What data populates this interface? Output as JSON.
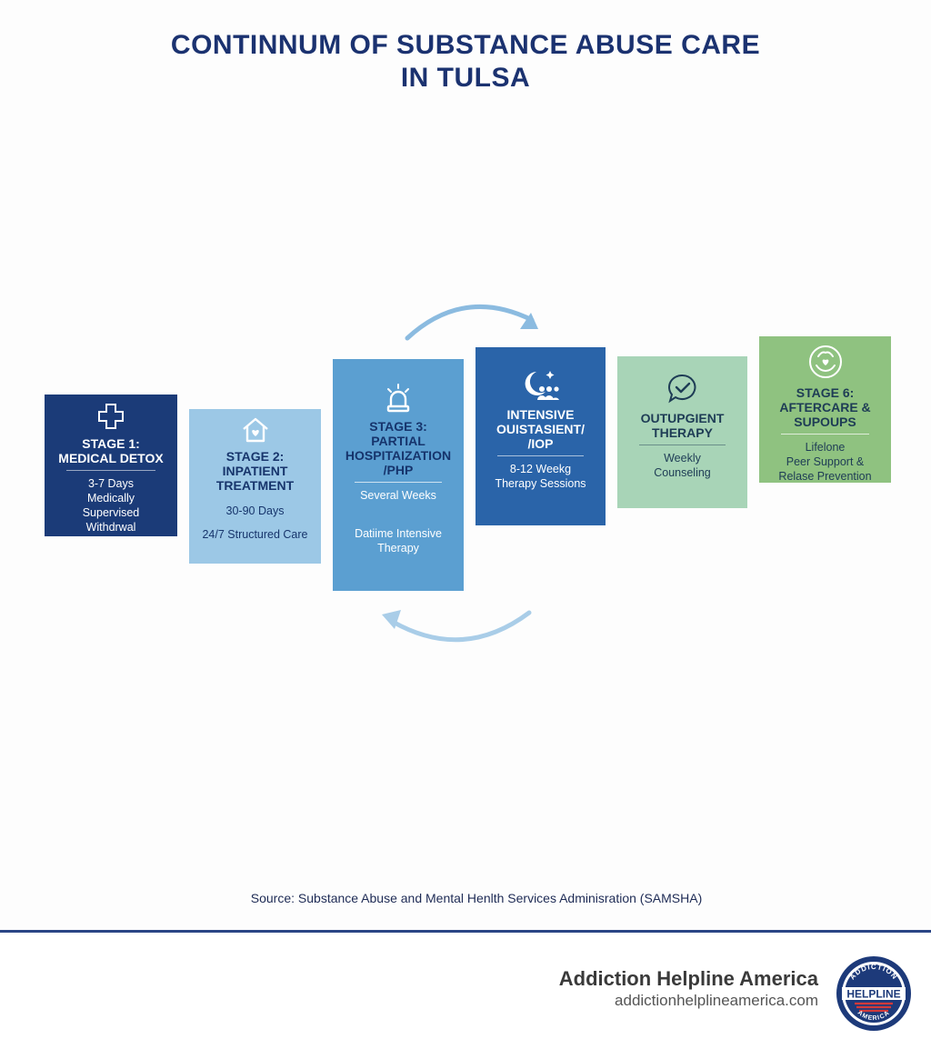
{
  "title": {
    "line1": "CONTINNUM OF SUBSTANCE ABUSE CARE",
    "line2": "IN TULSA"
  },
  "stages": [
    {
      "icon": "medical-cross-icon",
      "title_lines": [
        "STAGE 1:",
        "MEDICAL DETOX"
      ],
      "lines": [
        "3-7 Days",
        "Medically",
        "Supervised",
        "Withdrwal"
      ]
    },
    {
      "icon": "house-heart-icon",
      "title_lines": [
        "STAGE 2:",
        "INPATIENT",
        "TREATMENT"
      ],
      "lines": [
        "30-90 Days",
        "24/7 Structured Care"
      ]
    },
    {
      "icon": "siren-light-icon",
      "title_lines": [
        "STAGE 3:",
        "PARTIAL",
        "HOSPITAIZATION",
        "/PHP"
      ],
      "lines": [
        "Several Weeks",
        "Datiime Intensive",
        "Therapy"
      ]
    },
    {
      "icon": "moon-group-icon",
      "title_lines": [
        "INTENSIVE",
        "OUISTASIENT/",
        "/IOP"
      ],
      "lines": [
        "8-12 Weekg",
        "Therapy Sessions"
      ]
    },
    {
      "icon": "chat-check-icon",
      "title_lines": [
        "OUTUPGIENT",
        "THERAPY"
      ],
      "lines": [
        "Weekly",
        "Counseling"
      ]
    },
    {
      "icon": "support-hands-icon",
      "title_lines": [
        "STAGE 6:",
        "AFTERCARE &",
        "SUPOUPS"
      ],
      "lines": [
        "Lifelone",
        "Peer Support &",
        "Relase Prevention"
      ]
    }
  ],
  "source": "Source: Substance Abuse and Mental Henlth Services Adminisration (SAMSHA)",
  "brand": {
    "name": "Addiction Helpline America",
    "url": "addictionhelplineamerica.com",
    "logo_text_top": "ADDICTION",
    "logo_text_mid": "HELPLINE",
    "logo_text_bottom": "AMERICA"
  },
  "colors": {
    "title": "#1b3270",
    "stage1": "#1b3b78",
    "stage2": "#9cc8e6",
    "stage3": "#5b9fd1",
    "stage4": "#2a64a9",
    "stage5": "#a8d4b7",
    "stage6": "#8fc280",
    "arrow": "#8bbbe0"
  }
}
